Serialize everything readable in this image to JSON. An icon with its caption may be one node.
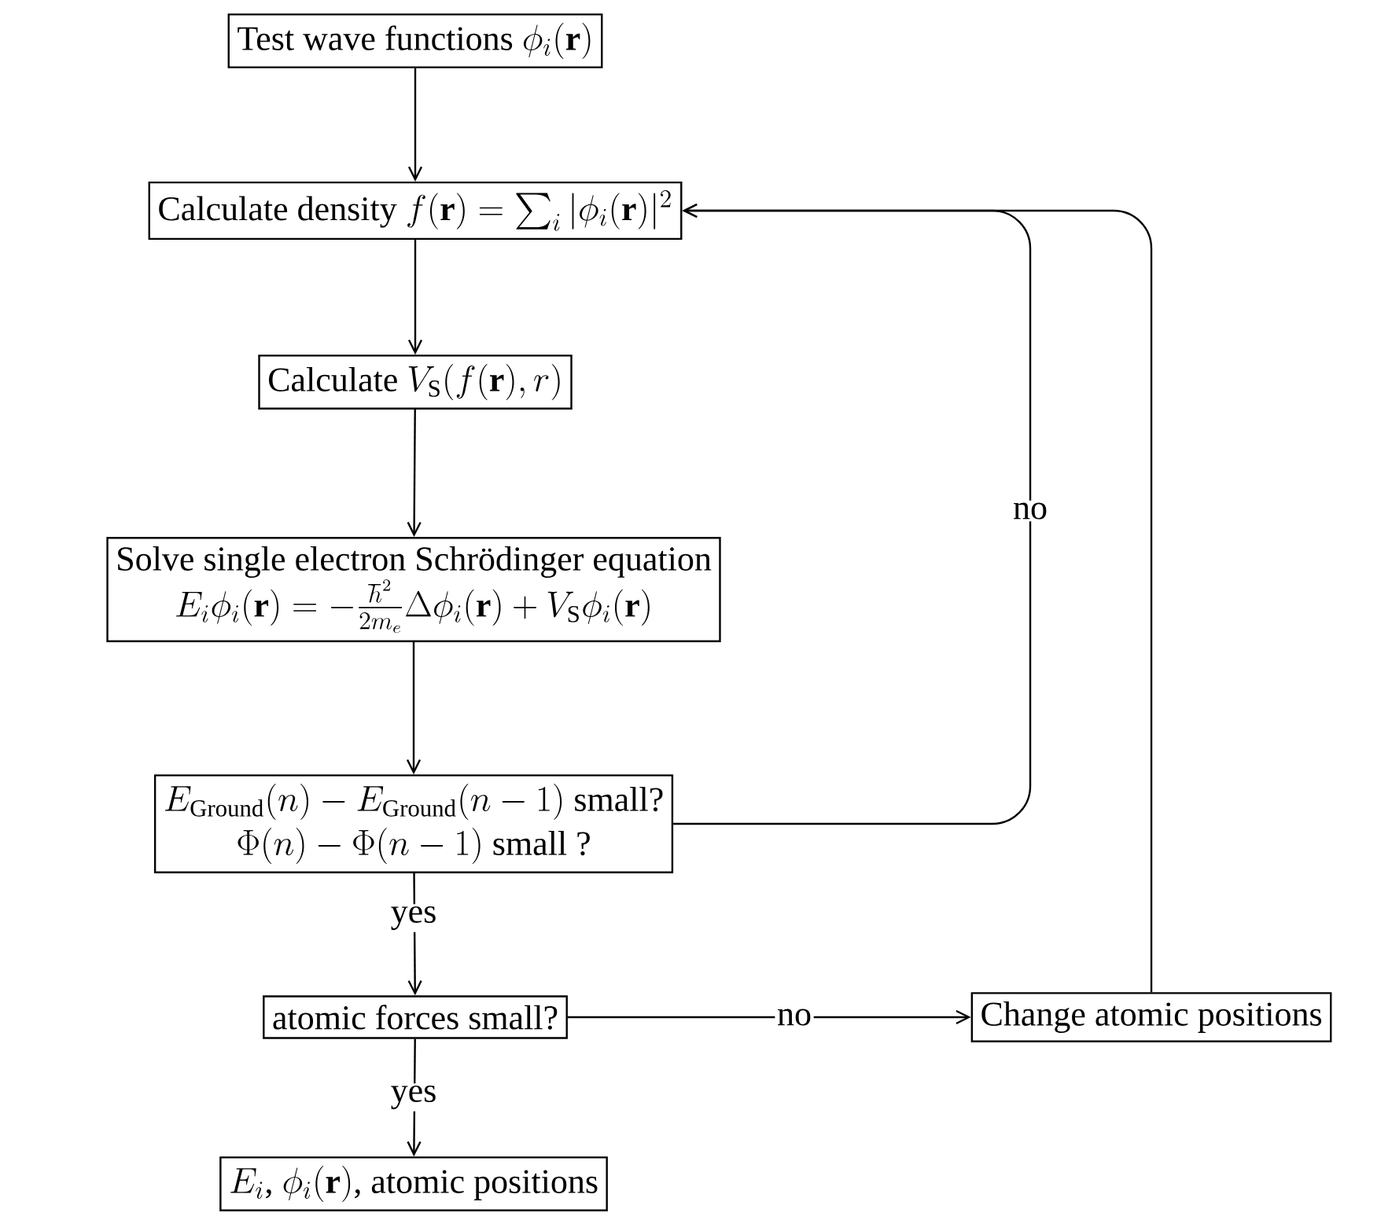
{
  "diagram": {
    "nodes": [
      {
        "text": [
          "\\text{Test wave functions }\\phi_i(\\mathbf{r})"
        ]
      },
      {
        "text": [
          "\\text{Calculate density }f(\\mathbf{r})=\\sum_i|\\phi_i(\\mathbf{r})|^2"
        ]
      },
      {
        "text": [
          "\\text{Calculate }V_\\mathrm{S}(f(\\mathbf{r}),r)"
        ]
      },
      {
        "text": [
          "Solve single electron Schrödinger equation",
          "E_i\\phi_i(\\mathbf{r})=-\\frac{\\hbar^2}{2m_e}\\Delta\\phi_i(\\mathbf{r})+V_\\mathrm{S}\\phi_i(\\mathbf{r})"
        ]
      },
      {
        "text": [
          "E_\\mathrm{Ground}(n)-E_\\mathrm{Ground}(n-1)\\text{ small?}",
          "\\Phi(n)-\\Phi(n-1)\\text{ small ?}"
        ]
      },
      {
        "text": [
          "atomic forces small?"
        ]
      },
      {
        "text": [
          "Change atomic positions"
        ]
      },
      {
        "text": [
          "E_i\\text{, }\\phi_i(\\mathbf{r})\\text{, atomic positions}"
        ]
      }
    ],
    "edges": [
      {
        "from": 0,
        "to": 1,
        "arrow": "to"
      },
      {
        "from": 1,
        "to": 2,
        "arrow": "to"
      },
      {
        "from": 2,
        "to": 3,
        "arrow": "to"
      },
      {
        "from": 3,
        "to": 4,
        "arrow": "to"
      },
      {
        "from": 4,
        "to": 5,
        "arrow": "to",
        "label": "yes"
      },
      {
        "from": 5,
        "to": 7,
        "arrow": "to",
        "label": "yes"
      },
      {
        "from": 5,
        "to": 6,
        "arrow": "to",
        "label": "no"
      },
      {
        "from": 4,
        "to": 1,
        "arrow": "to",
        "label": "no"
      },
      {
        "from": 6,
        "to": 1,
        "arrow": "to"
      }
    ]
  }
}
